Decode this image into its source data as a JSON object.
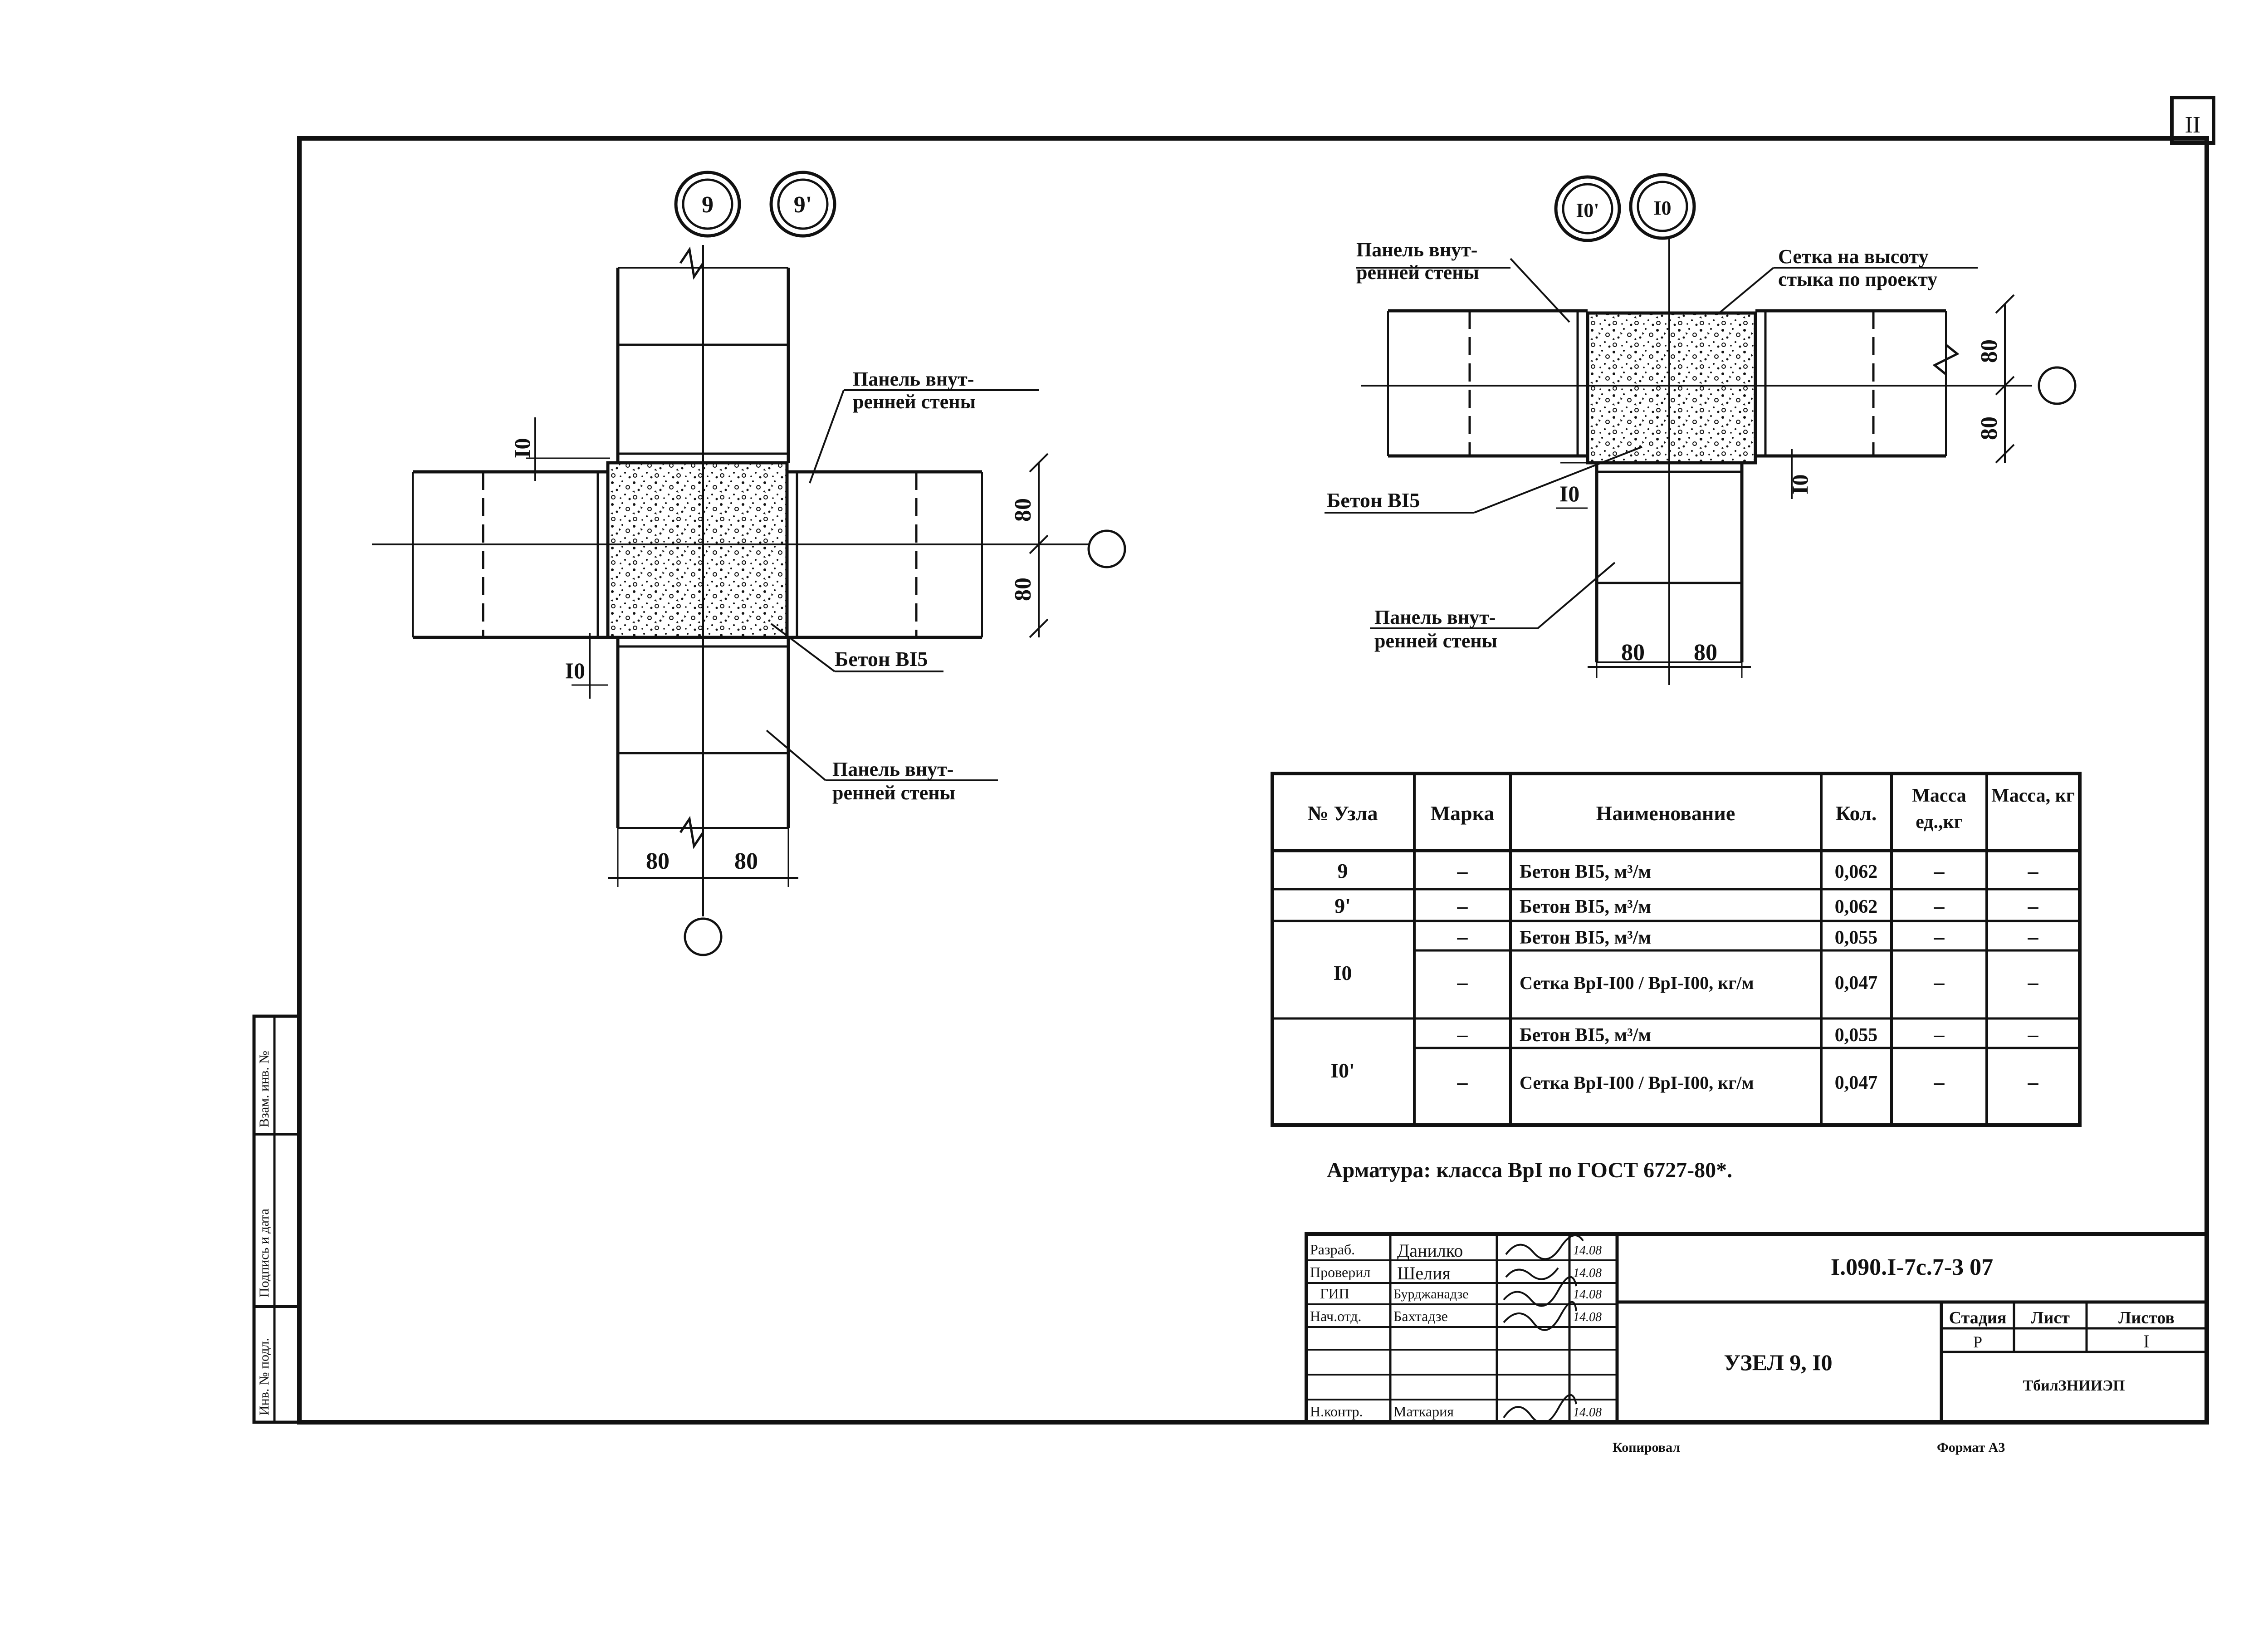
{
  "sheet": {
    "number": "II"
  },
  "node9": {
    "markers": [
      "9",
      "9'"
    ],
    "labels": {
      "panel_top_1": "Панель внут-",
      "panel_top_2": "ренней стены",
      "panel_bottom_1": "Панель внут-",
      "panel_bottom_2": "ренней стены",
      "concrete": "Бетон BI5"
    },
    "dims": {
      "gap_top": "I0",
      "gap_bottom": "I0",
      "h1": "80",
      "h2": "80",
      "w1": "80",
      "w2": "80"
    }
  },
  "node10": {
    "markers": [
      "I0'",
      "I0"
    ],
    "labels": {
      "panel_left_1": "Панель внут-",
      "panel_left_2": "ренней стены",
      "mesh_1": "Сетка на высоту",
      "mesh_2": "стыка по проекту",
      "concrete": "Бетон BI5",
      "panel_bottom_1": "Панель внут-",
      "panel_bottom_2": "ренней стены"
    },
    "dims": {
      "gap_left": "I0",
      "gap_right": "I0",
      "h1": "80",
      "h2": "80",
      "w1": "80",
      "w2": "80"
    }
  },
  "spec_table": {
    "headers": [
      "№ Узла",
      "Марка",
      "Наименование",
      "Кол.",
      "Масса ед.,кг",
      "Масса, кг"
    ],
    "rows": [
      {
        "node": "9",
        "mark": "–",
        "name": "Бетон BI5, м³/м",
        "qty": "0,062",
        "mass_unit": "–",
        "mass": "–"
      },
      {
        "node": "9'",
        "mark": "–",
        "name": "Бетон BI5, м³/м",
        "qty": "0,062",
        "mass_unit": "–",
        "mass": "–"
      },
      {
        "node": "I0",
        "mark": "–",
        "name": "Бетон BI5, м³/м",
        "qty": "0,055",
        "mass_unit": "–",
        "mass": "–"
      },
      {
        "node": "",
        "mark": "–",
        "name": "Сетка BpI-I00 / BpI-I00, кг/м",
        "qty": "0,047",
        "mass_unit": "–",
        "mass": "–"
      },
      {
        "node": "I0'",
        "mark": "–",
        "name": "Бетон BI5, м³/м",
        "qty": "0,055",
        "mass_unit": "–",
        "mass": "–"
      },
      {
        "node": "",
        "mark": "–",
        "name": "Сетка BpI-I00 / BpI-I00, кг/м",
        "qty": "0,047",
        "mass_unit": "–",
        "mass": "–"
      }
    ]
  },
  "note": "Арматура: класса BpI по ГОСТ 6727-80*.",
  "title_block": {
    "roles": [
      "Разраб.",
      "Проверил",
      "ГИП",
      "Нач.отд.",
      "",
      "",
      "Н.контр."
    ],
    "names": [
      "Данилко",
      "Шелия",
      "Бурджанадзе",
      "Бахтадзе",
      "",
      "",
      "Маткария"
    ],
    "dates": [
      "14.08",
      "14.08",
      "14.08",
      "14.08",
      "",
      "",
      "14.08"
    ],
    "doc_code": "I.090.I-7c.7-3 07",
    "title": "УЗЕЛ 9, I0",
    "stage_header": "Стадия",
    "sheet_header": "Лист",
    "sheets_header": "Листов",
    "stage": "Р",
    "sheets": "I",
    "org": "ТбилЗНИИЭП"
  },
  "side_stamp": [
    "Инв. № подл.",
    "Подпись и дата",
    "Взам. инв. №"
  ],
  "footer": {
    "copied": "Копировал",
    "format": "Формат А3"
  }
}
